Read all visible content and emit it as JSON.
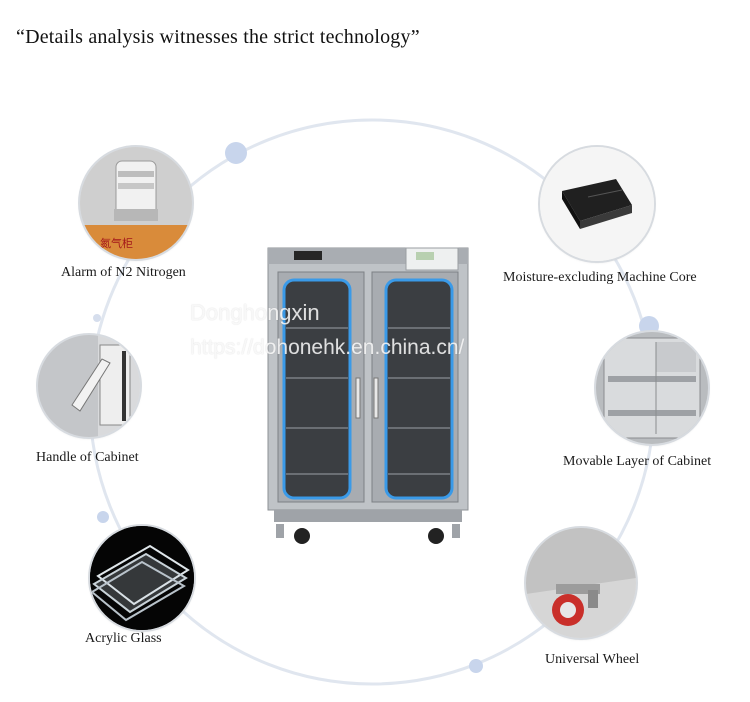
{
  "headline": "“Details analysis witnesses the strict technology”",
  "features": [
    {
      "label": "Alarm of N2 Nitrogen",
      "icon": "nitrogen-alarm-icon"
    },
    {
      "label": "Moisture-excluding Machine Core",
      "icon": "machine-core-icon"
    },
    {
      "label": "Handle of Cabinet",
      "icon": "cabinet-handle-icon"
    },
    {
      "label": "Movable Layer of Cabinet",
      "icon": "movable-layer-icon"
    },
    {
      "label": "Acrylic Glass",
      "icon": "acrylic-glass-icon"
    },
    {
      "label": "Universal Wheel",
      "icon": "universal-wheel-icon"
    }
  ],
  "watermark": {
    "brand": "Donghongxin",
    "url": "https://dohonehk.en.china.cn/"
  },
  "colors": {
    "ring": "#dfe5ef",
    "ring_dot": "#c9d6ec",
    "glow": "#2f8ee8",
    "steel": "#b8bcc0"
  }
}
